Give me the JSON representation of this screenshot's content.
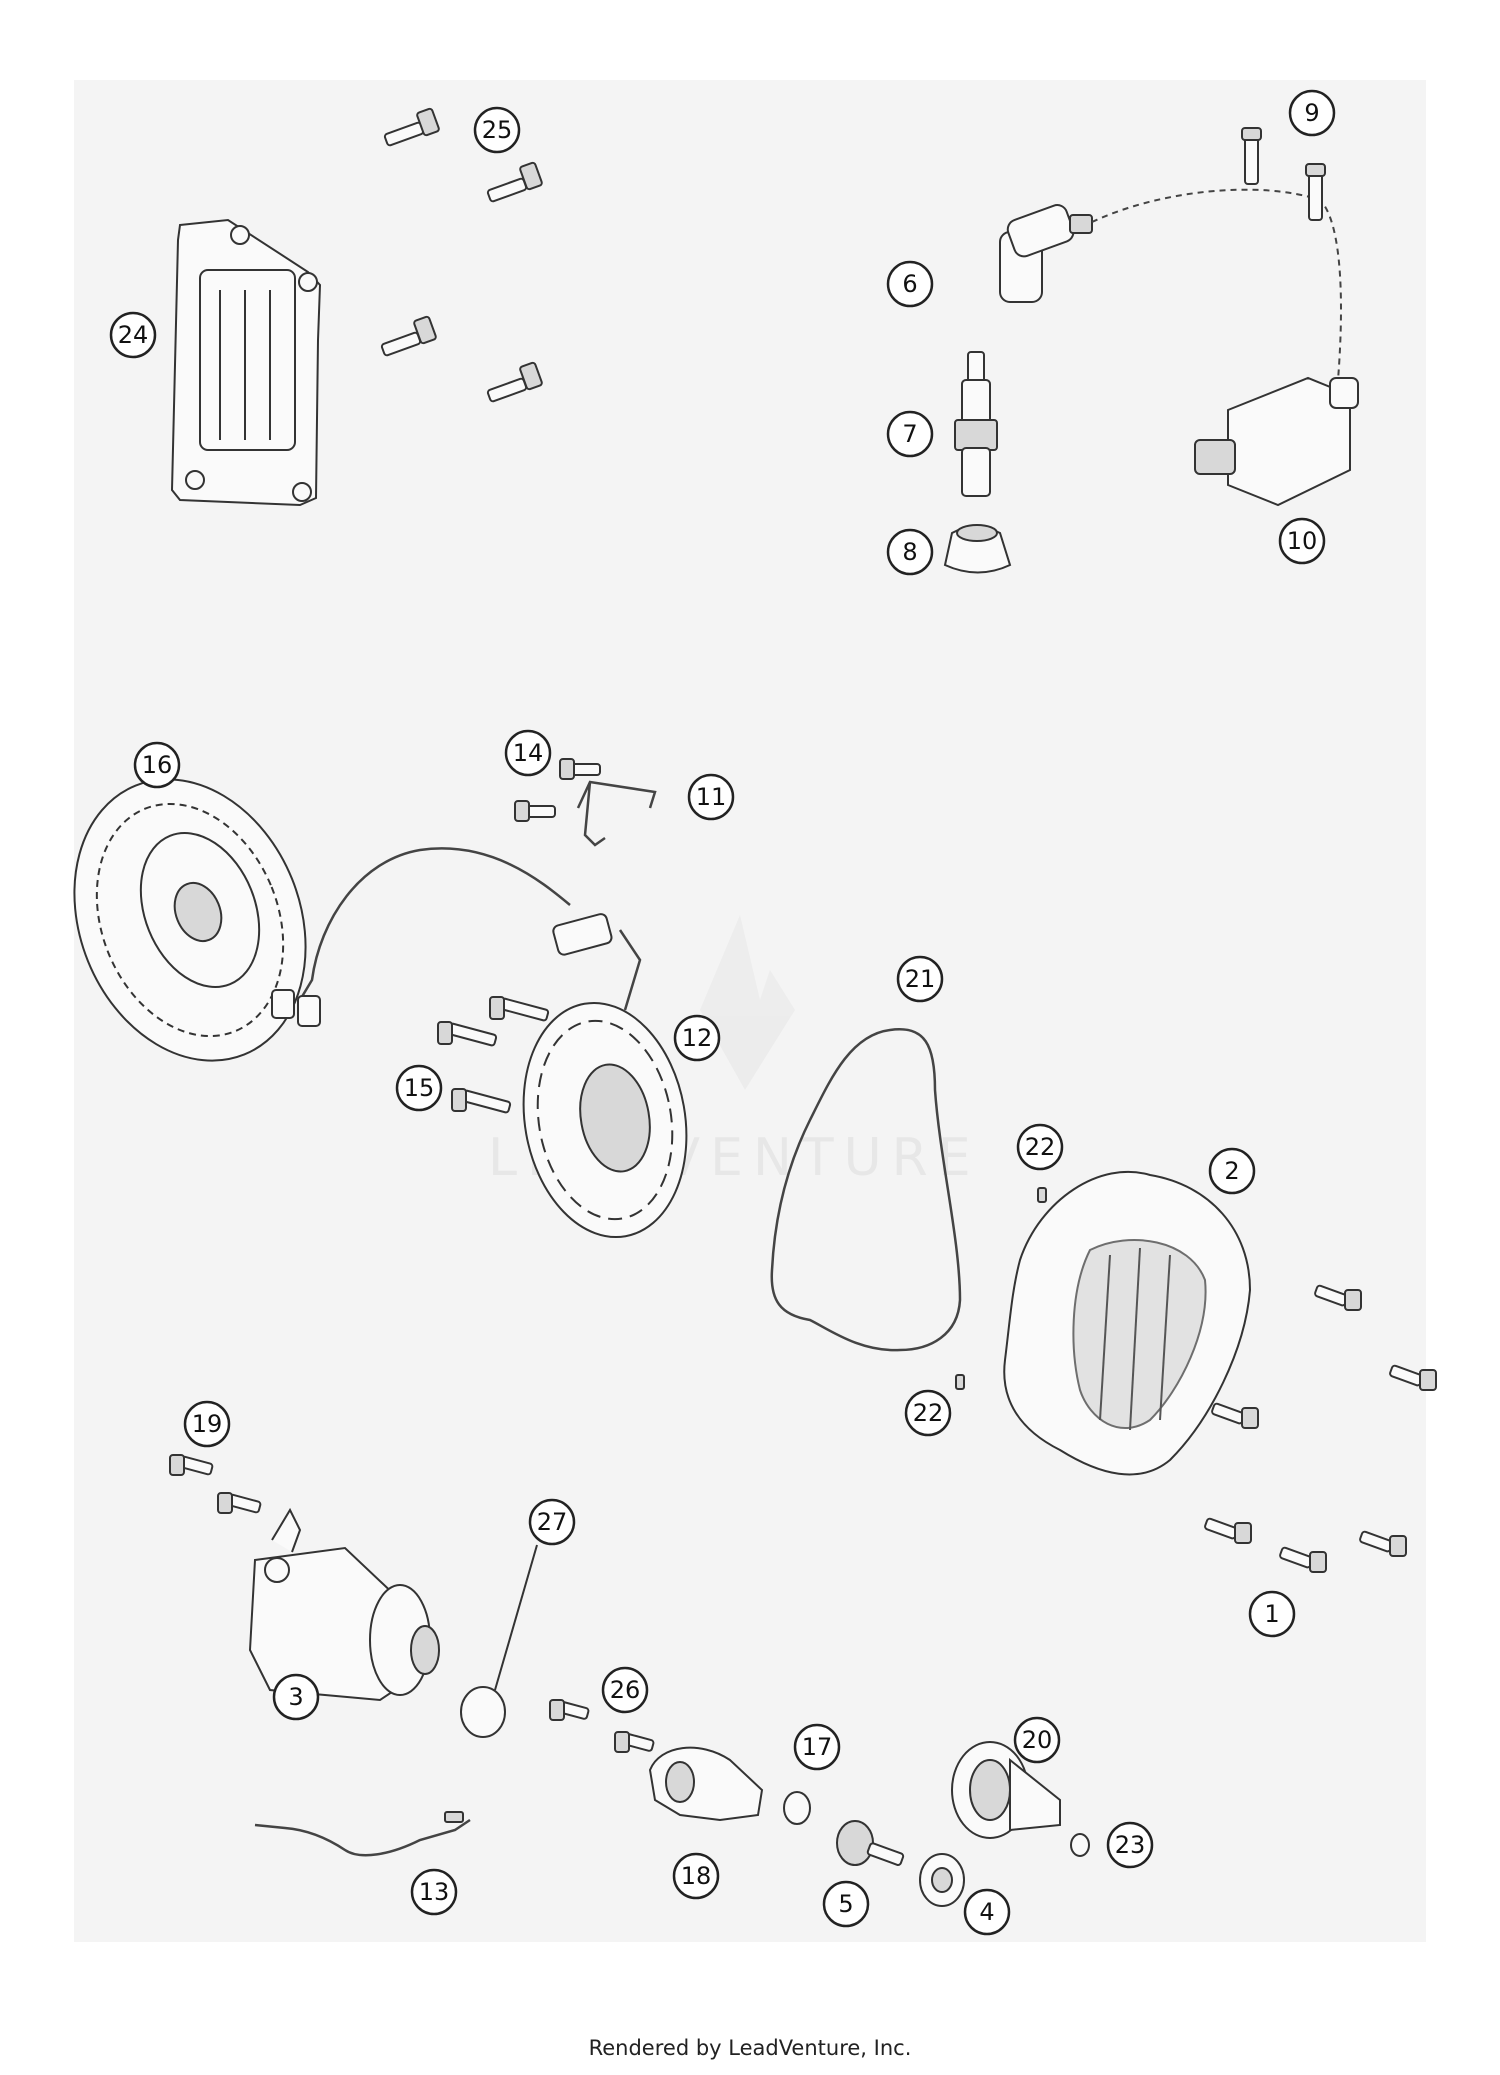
{
  "diagram": {
    "callouts": [
      {
        "id": "callout-1",
        "label": "1"
      },
      {
        "id": "callout-2",
        "label": "2"
      },
      {
        "id": "callout-3",
        "label": "3"
      },
      {
        "id": "callout-4",
        "label": "4"
      },
      {
        "id": "callout-5",
        "label": "5"
      },
      {
        "id": "callout-6",
        "label": "6"
      },
      {
        "id": "callout-7",
        "label": "7"
      },
      {
        "id": "callout-8",
        "label": "8"
      },
      {
        "id": "callout-9",
        "label": "9"
      },
      {
        "id": "callout-10",
        "label": "10"
      },
      {
        "id": "callout-11",
        "label": "11"
      },
      {
        "id": "callout-12",
        "label": "12"
      },
      {
        "id": "callout-13",
        "label": "13"
      },
      {
        "id": "callout-14",
        "label": "14"
      },
      {
        "id": "callout-15",
        "label": "15"
      },
      {
        "id": "callout-16",
        "label": "16"
      },
      {
        "id": "callout-17",
        "label": "17"
      },
      {
        "id": "callout-18",
        "label": "18"
      },
      {
        "id": "callout-19",
        "label": "19"
      },
      {
        "id": "callout-20",
        "label": "20"
      },
      {
        "id": "callout-21",
        "label": "21"
      },
      {
        "id": "callout-22a",
        "label": "22"
      },
      {
        "id": "callout-22b",
        "label": "22"
      },
      {
        "id": "callout-23",
        "label": "23"
      },
      {
        "id": "callout-24",
        "label": "24"
      },
      {
        "id": "callout-25",
        "label": "25"
      },
      {
        "id": "callout-26",
        "label": "26"
      },
      {
        "id": "callout-27",
        "label": "27"
      }
    ],
    "watermark": "LEADVENTURE"
  },
  "footer": {
    "credit": "Rendered by LeadVenture, Inc."
  },
  "colors": {
    "panel": "#f4f4f4",
    "line": "#333333",
    "watermark": "#e6e6e6"
  }
}
